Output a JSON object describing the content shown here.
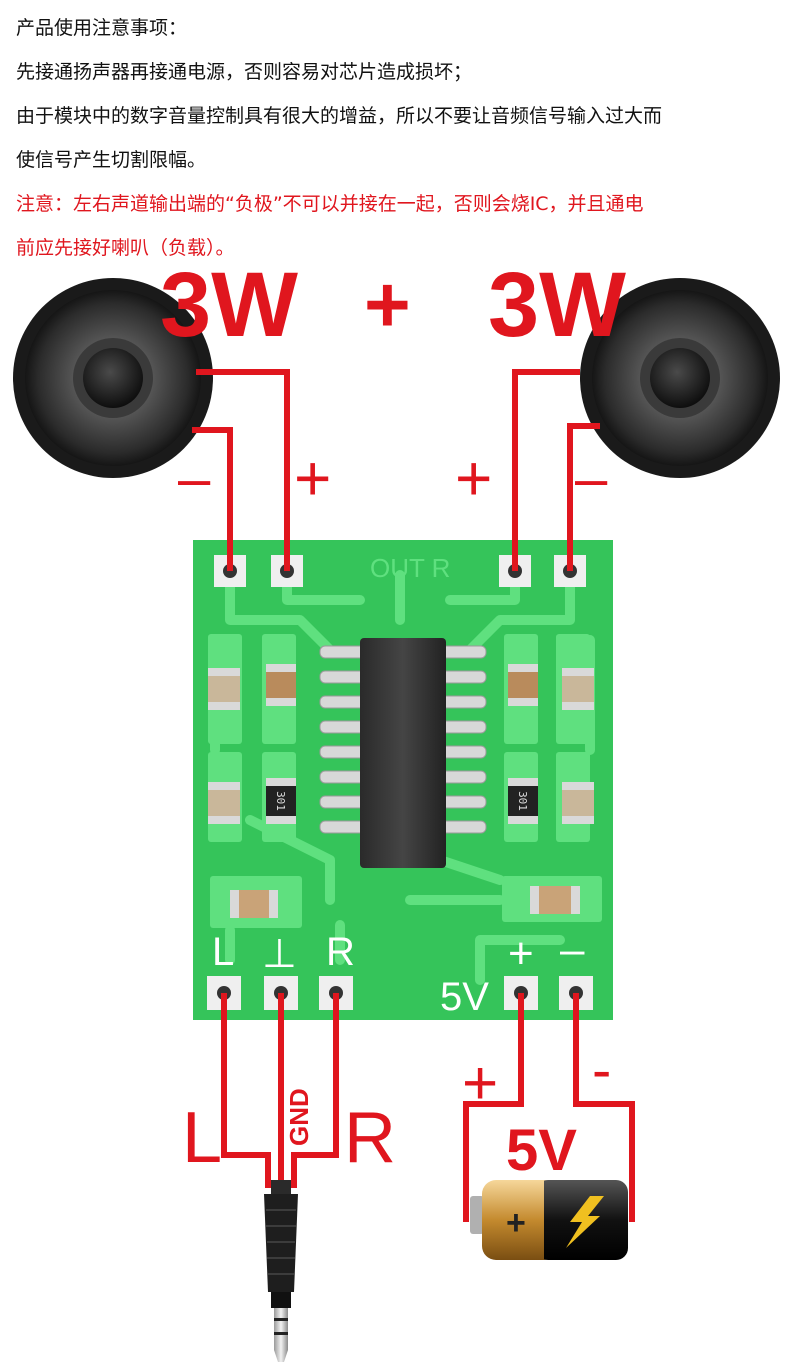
{
  "notes": {
    "title": "产品使用注意事项：",
    "line1": "先接通扬声器再接通电源，否则容易对芯片造成损坏；",
    "line2a": "由于模块中的数字音量控制具有很大的增益，所以不要让音频信号输入过大而",
    "line2b": "使信号产生切割限幅。",
    "warn_a": "注意：左右声道输出端的“负极”不可以并接在一起，否则会烧IC，并且通电",
    "warn_b": "前应先接好喇叭（负载）。"
  },
  "diagram": {
    "power_left": "3W",
    "plus_sign": "+",
    "power_right": "3W",
    "left_speaker_minus": "–",
    "left_speaker_plus": "+",
    "right_speaker_plus": "+",
    "right_speaker_minus": "–",
    "board_out_label": "OUT R",
    "board_pin_l": "L",
    "board_pin_gnd": "⊥",
    "board_pin_r": "R",
    "board_5v": "5V",
    "board_plus": "+",
    "board_minus": "–",
    "resistor_code": "301",
    "wire_l": "L",
    "wire_gnd": "GND",
    "wire_r": "R",
    "supply_plus": "+",
    "supply_minus": "-",
    "supply_voltage": "5V",
    "battery_plus": "+"
  },
  "colors": {
    "red": "#e0161e",
    "pcb_green": "#35c45a",
    "trace_green": "#5fe07f"
  }
}
